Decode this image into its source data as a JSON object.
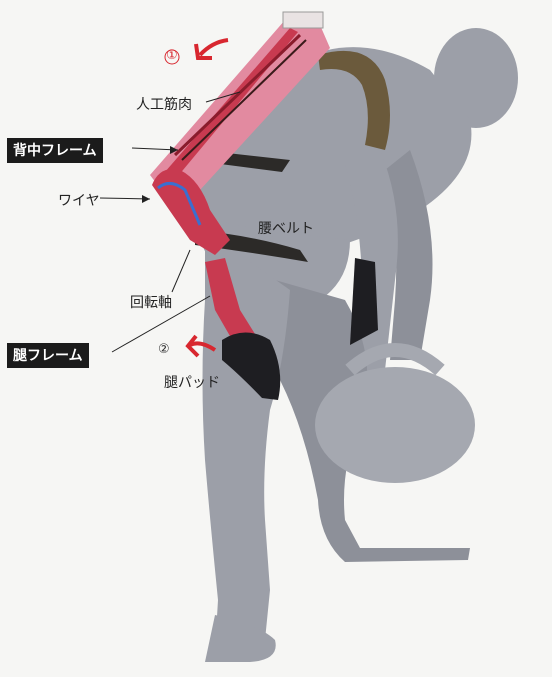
{
  "labels": {
    "artificial_muscle": "人工筋肉",
    "back_frame": "背中フレーム",
    "wire": "ワイヤ",
    "waist_belt": "腰ベルト",
    "rotation_axis": "回転軸",
    "thigh_frame": "腿フレーム",
    "thigh_pad": "腿パッド"
  },
  "markers": {
    "marker_1": "①",
    "marker_2": "②"
  },
  "colors": {
    "figure": "#9c9fa8",
    "figure_dark": "#8d9099",
    "frame": "#c83a50",
    "frame_light": "#e28aa0",
    "pad": "#1e1e22",
    "belt": "#2c2a28",
    "strap": "#6b5a3c",
    "arrow": "#d8272f",
    "label_box": "#1b1b1b"
  }
}
